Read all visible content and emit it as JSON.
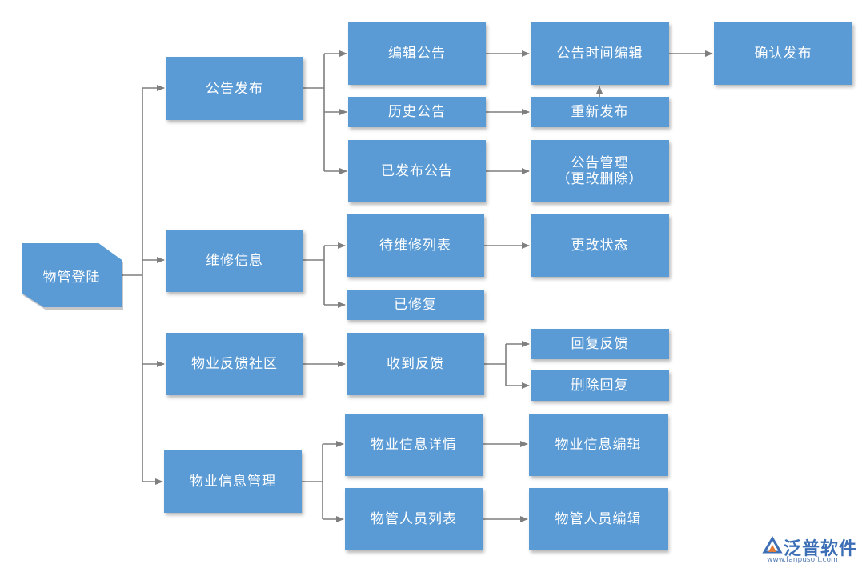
{
  "diagram": {
    "root": "物管登陆",
    "nodes": {
      "gonggao_fabu": "公告发布",
      "weixiu_xinxi": "维修信息",
      "fankui_shequ": "物业反馈社区",
      "xinxi_guanli": "物业信息管理",
      "bianji_gonggao": "编辑公告",
      "lishi_gonggao": "历史公告",
      "yifabu_gonggao": "已发布公告",
      "daiweixiu_liebiao": "待维修列表",
      "yixiufu": "已修复",
      "shoudao_fankui": "收到反馈",
      "xinxi_xiangqing": "物业信息详情",
      "renyuan_liebiao": "物管人员列表",
      "shijian_bianji": "公告时间编辑",
      "chongxin_fabu": "重新发布",
      "gonggao_guanli_line1": "公告管理",
      "gonggao_guanli_line2": "（更改删除）",
      "genggai_zhuangtai": "更改状态",
      "huifu_fankui": "回复反馈",
      "shanchu_huifu": "删除回复",
      "xinxi_bianji": "物业信息编辑",
      "renyuan_bianji": "物管人员编辑",
      "queren_fabu": "确认发布"
    },
    "node_color": "#5b9bd5",
    "connector_color": "#7f7f7f"
  },
  "logo": {
    "name": "泛普软件",
    "url": "www.fanpusoft.com"
  }
}
